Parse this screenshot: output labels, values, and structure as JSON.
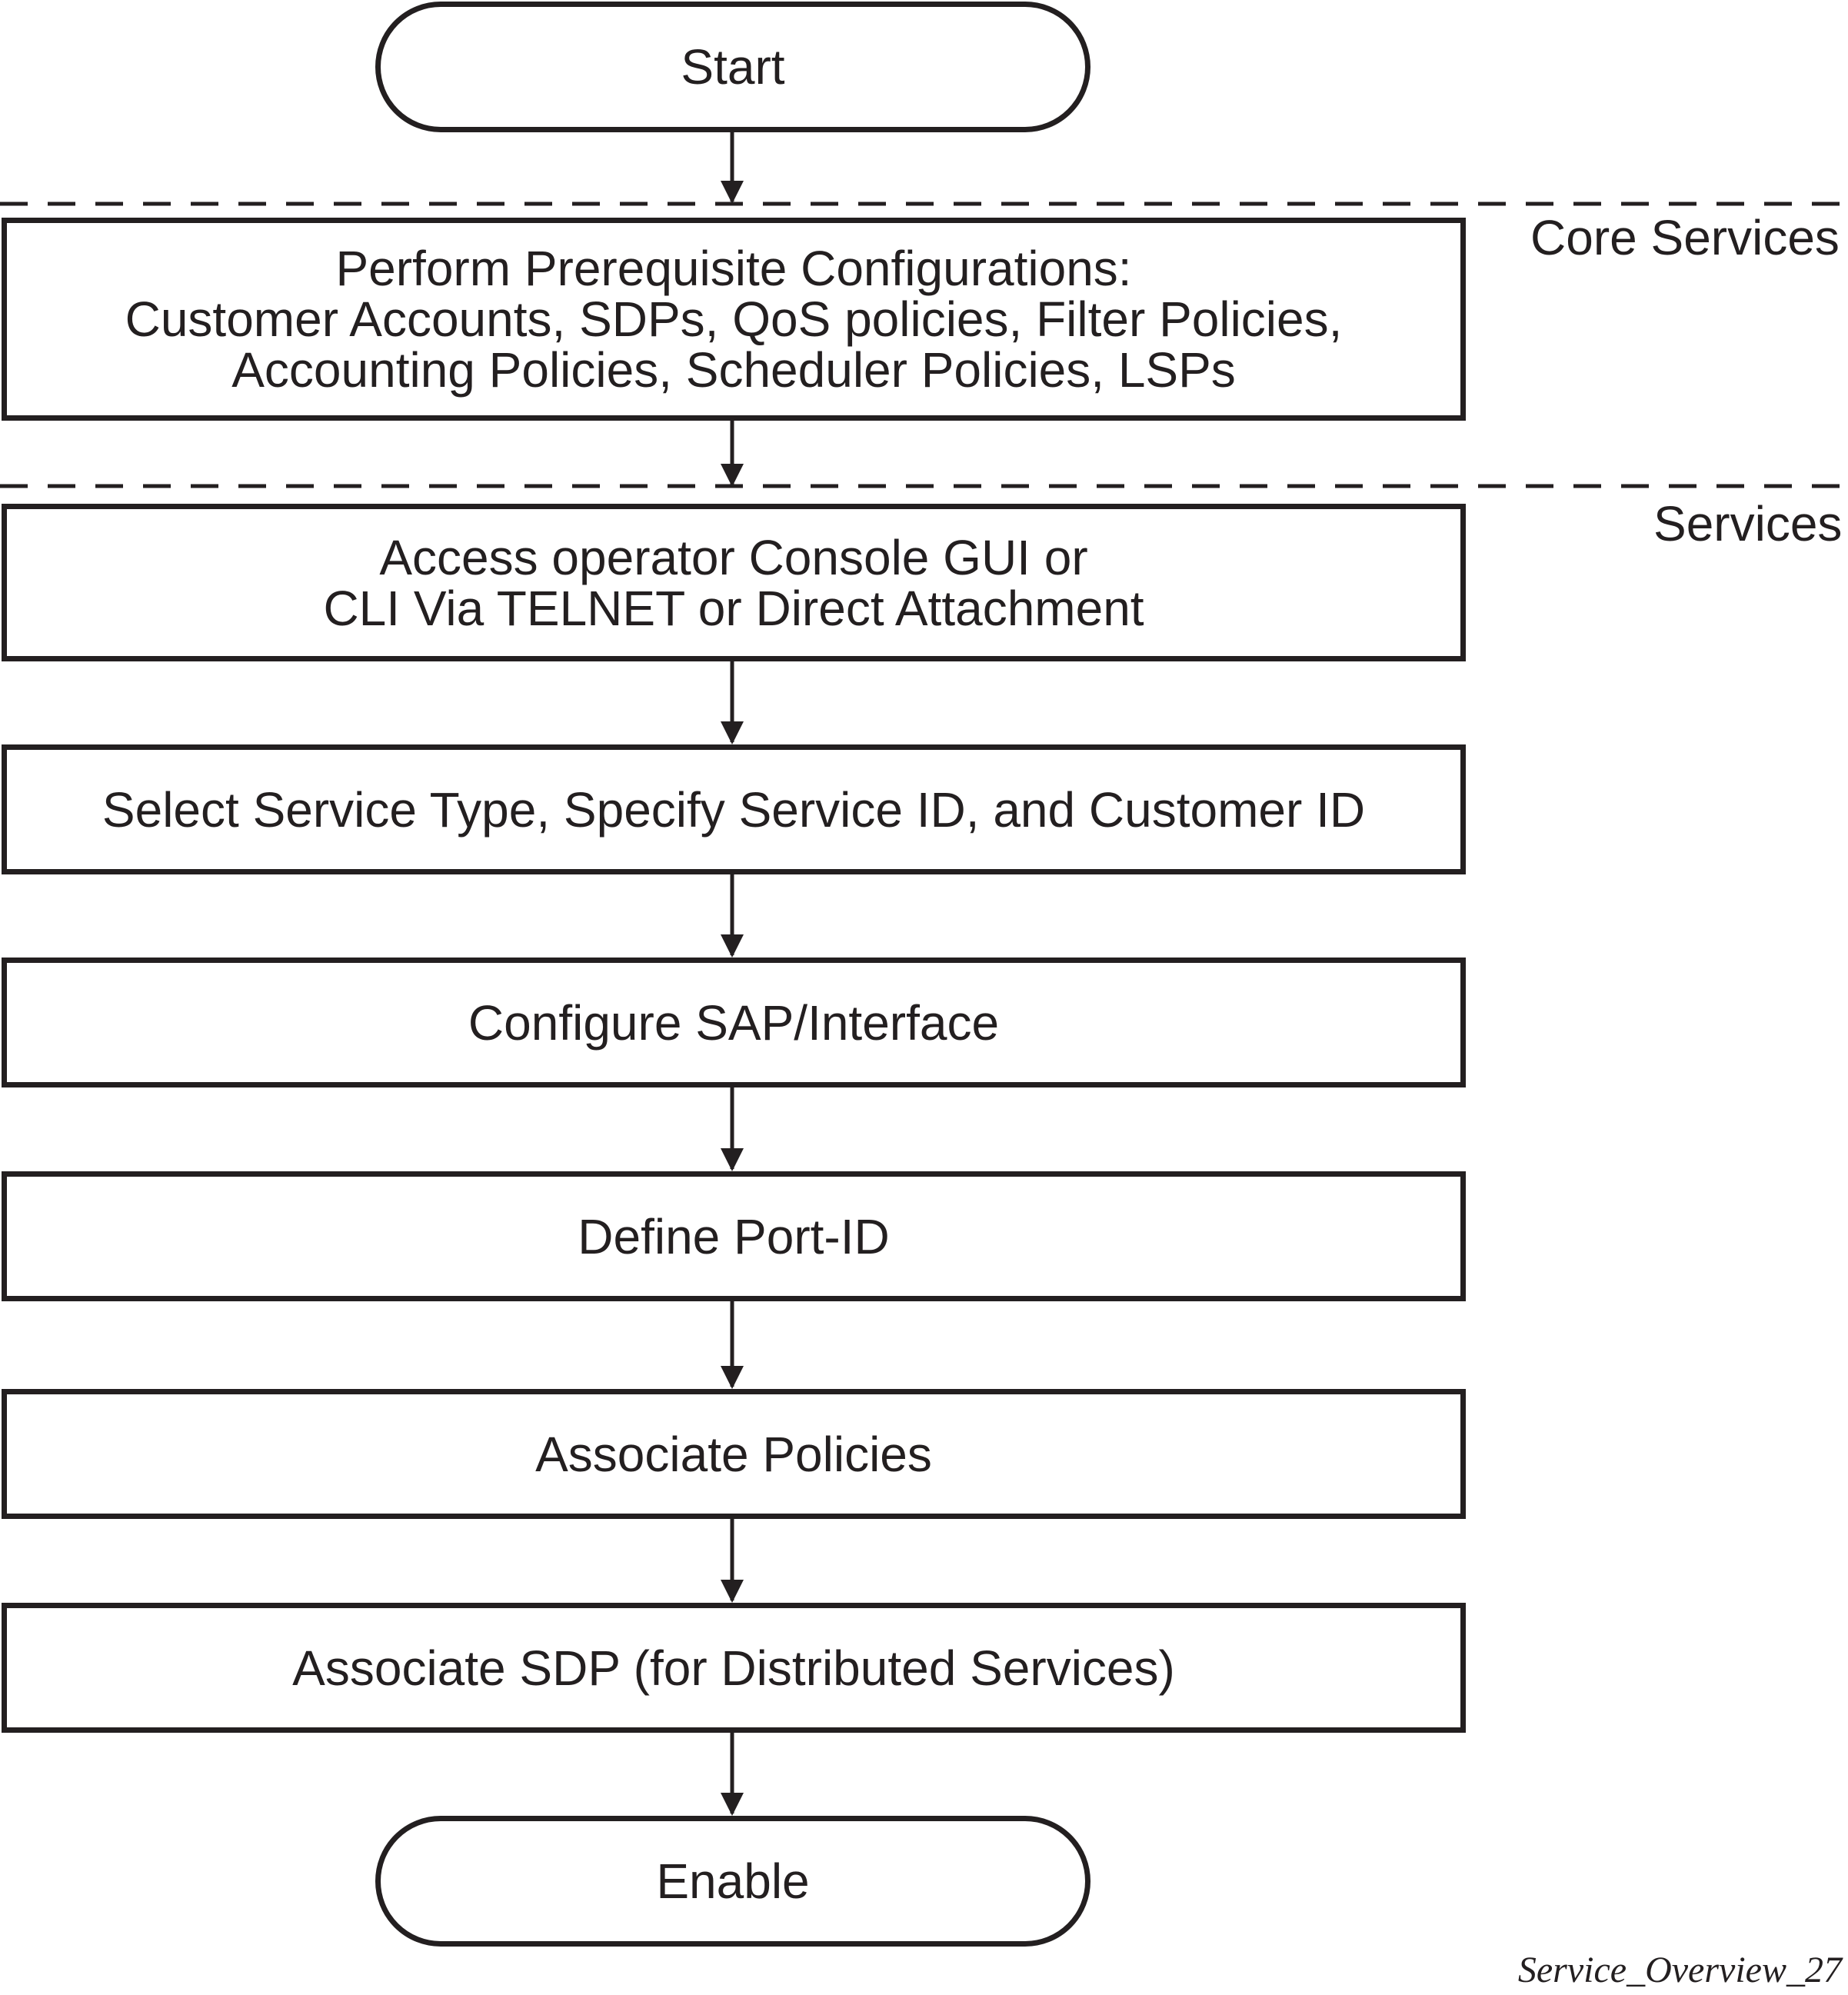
{
  "sections": {
    "core_services": "Core Services",
    "services": "Services"
  },
  "steps": {
    "start": "Start",
    "prerequisites": [
      "Perform Prerequisite Configurations:",
      "Customer Accounts, SDPs, QoS policies, Filter Policies,",
      "Accounting Policies, Scheduler Policies, LSPs"
    ],
    "access": [
      "Access operator Console GUI or",
      "CLI Via TELNET or Direct Attachment"
    ],
    "select_service": "Select Service Type, Specify Service ID, and Customer ID",
    "configure_sap": "Configure SAP/Interface",
    "define_port": "Define Port-ID",
    "associate_policies": "Associate Policies",
    "associate_sdp": "Associate SDP (for Distributed Services)",
    "enable": "Enable"
  },
  "figure_id": "Service_Overview_27"
}
